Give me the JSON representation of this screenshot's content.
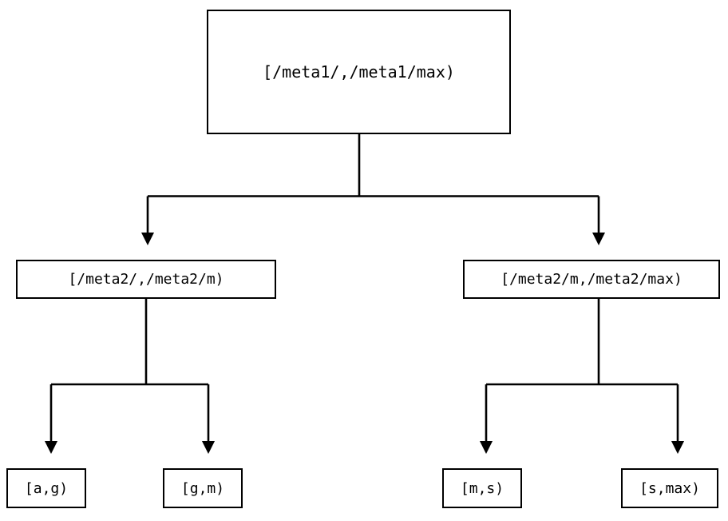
{
  "diagram": {
    "type": "tree",
    "title": "",
    "background_color": "#ffffff",
    "line_color": "#000000",
    "node_border_color": "#000000",
    "node_fill_color": "#ffffff",
    "levels": 3,
    "nodes": {
      "root": {
        "label": "[/meta1/,/meta1/max)"
      },
      "middle": [
        {
          "label": "[/meta2/,/meta2/m)"
        },
        {
          "label": "[/meta2/m,/meta2/max)"
        }
      ],
      "leaves": [
        {
          "label": "[a,g)"
        },
        {
          "label": "[g,m)"
        },
        {
          "label": "[m,s)"
        },
        {
          "label": "[s,max)"
        }
      ]
    },
    "edges": [
      {
        "from": "root",
        "to": "[/meta2/,/meta2/m)",
        "arrow": "down"
      },
      {
        "from": "root",
        "to": "[/meta2/m,/meta2/max)",
        "arrow": "down"
      },
      {
        "from": "[/meta2/,/meta2/m)",
        "to": "[a,g)",
        "arrow": "down"
      },
      {
        "from": "[/meta2/,/meta2/m)",
        "to": "[g,m)",
        "arrow": "down"
      },
      {
        "from": "[/meta2/m,/meta2/max)",
        "to": "[m,s)",
        "arrow": "down"
      },
      {
        "from": "[/meta2/m,/meta2/max)",
        "to": "[s,max)",
        "arrow": "down"
      }
    ]
  }
}
